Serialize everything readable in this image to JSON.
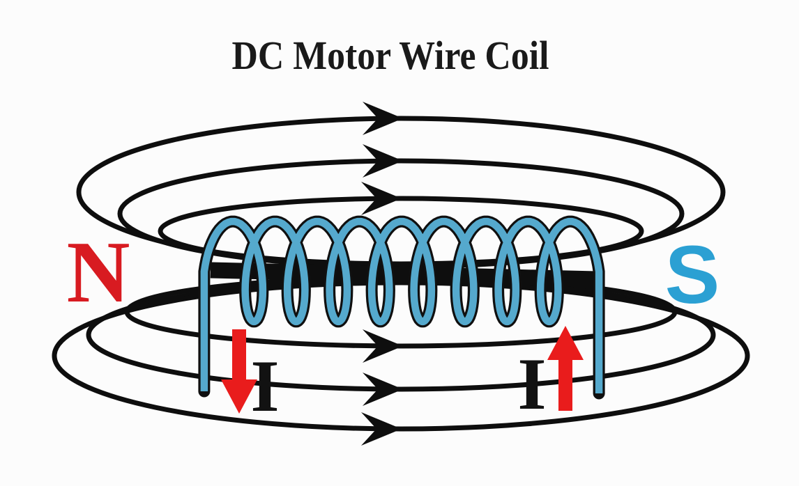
{
  "title": "DC Motor Wire Coil",
  "poles": {
    "north": "N",
    "south": "S"
  },
  "current_arrows": {
    "left": {
      "label": "I",
      "direction": "down"
    },
    "right": {
      "label": "I",
      "direction": "up"
    }
  },
  "field_lines": {
    "top_count": 3,
    "bottom_count": 3,
    "arrow_direction": "right"
  },
  "coil": {
    "turns_visible": 9
  },
  "colors": {
    "background": "#FCFCFC",
    "title": "#1A1A1A",
    "field_line": "#0E0E0E",
    "coil_fill": "#55A9CD",
    "coil_outline": "#101010",
    "north_label": "#D81B21",
    "south_label": "#2BA0D3",
    "current_arrow": "#E91C1C",
    "current_label": "#121212"
  }
}
